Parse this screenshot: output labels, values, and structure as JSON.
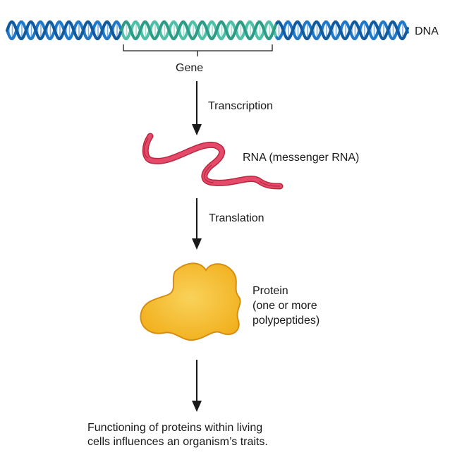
{
  "labels": {
    "dna": "DNA",
    "gene": "Gene",
    "transcription": "Transcription",
    "rna": "RNA (messenger RNA)",
    "translation": "Translation",
    "protein": [
      "Protein",
      "(one or more",
      "polypeptides)"
    ],
    "result": [
      "Functioning of proteins within living",
      "cells influences an organism’s traits."
    ]
  },
  "colors": {
    "dna_strand": "#1f78c8",
    "dna_strand_dark": "#125a9e",
    "dna_rungs": "#7fb6e6",
    "gene_strand": "#4fc0a8",
    "gene_strand_dark": "#2d9c86",
    "gene_rungs": "#a5e0d2",
    "rna_ribbon": "#e64a6a",
    "rna_ribbon_dark": "#b8283f",
    "protein_fill": "#f2b01e",
    "protein_highlight": "#f9d25a",
    "protein_edge": "#d68e10",
    "arrow": "#1a1a1a",
    "text": "#1a1a1a"
  },
  "icons": {
    "dna": "double-helix",
    "rna": "ribbon",
    "protein": "folded-blob"
  }
}
